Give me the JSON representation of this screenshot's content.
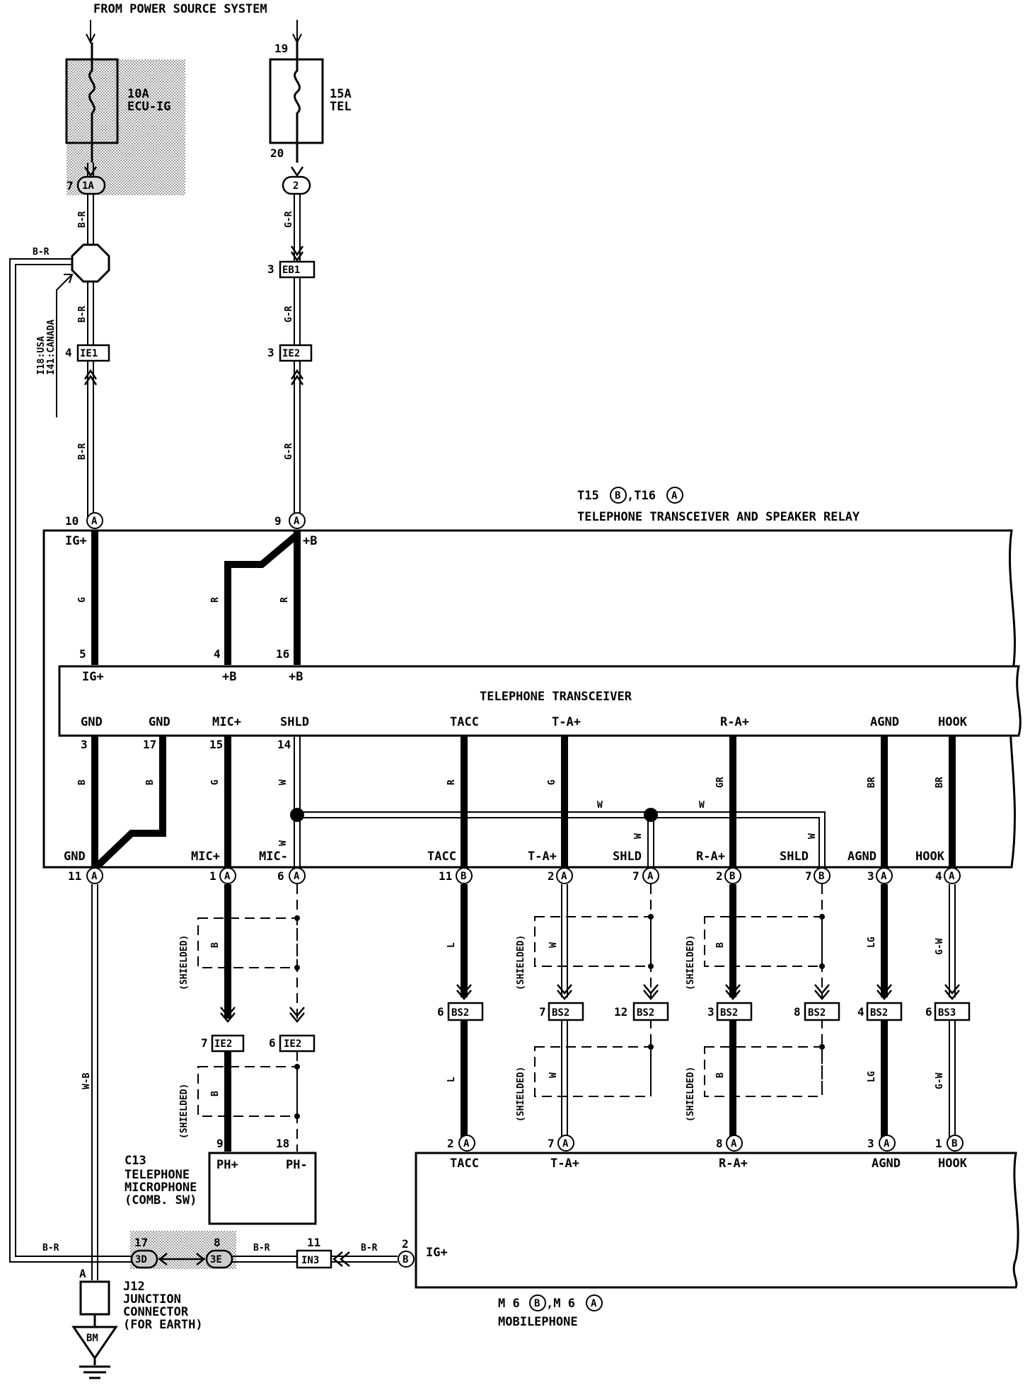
{
  "header": {
    "power_source": "FROM POWER SOURCE SYSTEM"
  },
  "fuses": {
    "ecu": {
      "amp": "10A",
      "name": "ECU-IG"
    },
    "tel": {
      "amp": "15A",
      "name": "TEL",
      "pin_in": "19",
      "pin_out": "20"
    }
  },
  "top_connectors": {
    "ia_pin": "7",
    "ia_label": "1A",
    "circle2_label": "2",
    "eb1_pin": "3",
    "eb1_label": "EB1",
    "ie1_pin": "4",
    "ie1_label": "IE1",
    "ie2_pin": "3",
    "ie2_label": "IE2"
  },
  "wires": {
    "br": "B-R",
    "gr": "G-R",
    "g": "G",
    "r": "R",
    "b": "B",
    "w": "W",
    "l": "L",
    "gr2": "GR",
    "br2": "BR",
    "lg": "LG",
    "gw": "G-W",
    "wb": "W-B"
  },
  "usa_canada": {
    "line1": "I18:USA",
    "line2": "I41:CANADA"
  },
  "relay": {
    "ids": "T15",
    "b": "B",
    "ids2": ",T16",
    "a": "A",
    "title": "TELEPHONE TRANSCEIVER AND SPEAKER RELAY",
    "pin_top_ig": "10",
    "pin_top_b": "9",
    "ig_label": "IG+",
    "b_label": "+B",
    "pin5": "5",
    "pin4": "4",
    "pin16": "16"
  },
  "transceiver": {
    "title": "TELEPHONE TRANSCEIVER",
    "ig_label": "IG+",
    "b1_label": "+B",
    "b2_label": "+B",
    "top_terms": [
      "GND",
      "GND",
      "MIC+",
      "SHLD",
      "TACC",
      "T-A+",
      "R-A+",
      "AGND",
      "HOOK"
    ],
    "pins": [
      "3",
      "17",
      "15",
      "14"
    ]
  },
  "relay_bottom": {
    "terms": [
      "GND",
      "MIC+",
      "MIC-",
      "TACC",
      "T-A+",
      "SHLD",
      "R-A+",
      "SHLD",
      "AGND",
      "HOOK"
    ],
    "pins": [
      "11",
      "1",
      "6",
      "11",
      "2",
      "7",
      "2",
      "7",
      "3",
      "4"
    ],
    "letters": [
      "A",
      "A",
      "A",
      "B",
      "A",
      "A",
      "B",
      "B",
      "A",
      "A"
    ]
  },
  "shielded": "(SHIELDED)",
  "bs": {
    "pins": [
      "6",
      "7",
      "12",
      "3",
      "8",
      "4",
      "6"
    ],
    "labels": [
      "BS2",
      "BS2",
      "BS2",
      "BS2",
      "BS2",
      "BS2",
      "BS3"
    ]
  },
  "ie2_lower": {
    "pin7": "7",
    "pin6": "6",
    "label": "IE2"
  },
  "mic": {
    "id": "C13",
    "name1": "TELEPHONE",
    "name2": "MICROPHONE",
    "name3": "(COMB. SW)",
    "ph_plus": "PH+",
    "ph_minus": "PH-",
    "pin9": "9",
    "pin18": "18"
  },
  "mobile_pins": {
    "pins": [
      "2",
      "7",
      "8",
      "3",
      "1"
    ],
    "letters": [
      "A",
      "A",
      "A",
      "A",
      "B"
    ],
    "terms": [
      "TACC",
      "T-A+",
      "R-A+",
      "AGND",
      "HOOK"
    ]
  },
  "mobile": {
    "pin2": "2",
    "b": "B",
    "ig_label": "IG+",
    "id1": "M 6",
    "id2": ",M 6",
    "a": "A",
    "name": "MOBILEPHONE"
  },
  "bottom": {
    "conn_3d_pin": "17",
    "conn_3d": "3D",
    "conn_3e_pin": "8",
    "conn_3e": "3E",
    "in3_pin": "11",
    "in3": "IN3"
  },
  "j12": {
    "pin": "A",
    "id": "J12",
    "line1": "JUNCTION",
    "line2": "CONNECTOR",
    "line3": "(FOR EARTH)",
    "earth": "BM"
  }
}
